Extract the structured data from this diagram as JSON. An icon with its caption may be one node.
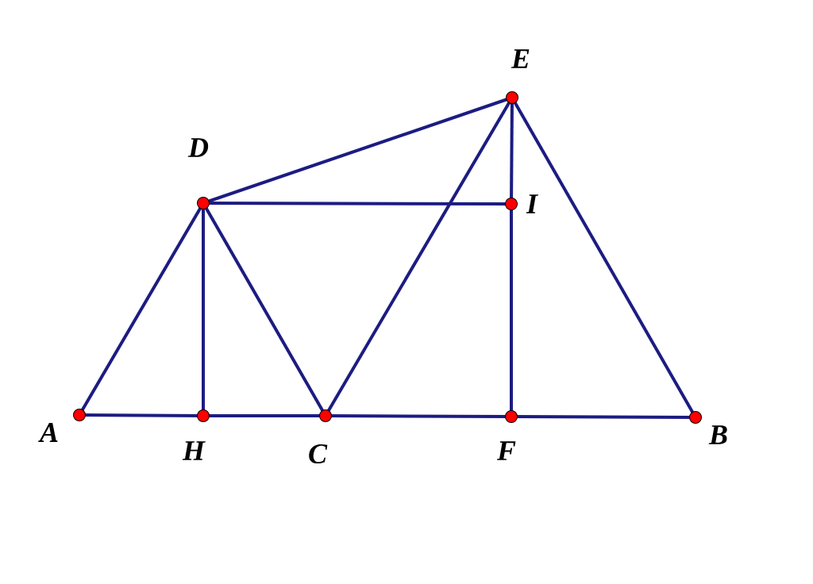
{
  "diagram": {
    "nodes": [
      {
        "text": [],
        "shape": "circle",
        "beside": [
          "A"
        ]
      },
      {
        "text": [],
        "shape": "circle",
        "beside": [
          "H"
        ]
      },
      {
        "text": [],
        "shape": "circle",
        "beside": [
          "C"
        ]
      },
      {
        "text": [],
        "shape": "circle",
        "beside": [
          "F"
        ]
      },
      {
        "text": [],
        "shape": "circle",
        "beside": [
          "B"
        ]
      },
      {
        "text": [],
        "shape": "circle",
        "beside": [
          "D"
        ]
      },
      {
        "text": [],
        "shape": "circle",
        "beside": [
          "I"
        ]
      },
      {
        "text": [],
        "shape": "circle",
        "beside": [
          "E"
        ]
      }
    ],
    "edges": [
      {
        "from": 0,
        "to": 1,
        "arrow": "none"
      },
      {
        "from": 1,
        "to": 2,
        "arrow": "none"
      },
      {
        "from": 2,
        "to": 3,
        "arrow": "none"
      },
      {
        "from": 3,
        "to": 4,
        "arrow": "none"
      },
      {
        "from": 0,
        "to": 5,
        "arrow": "none"
      },
      {
        "from": 5,
        "to": 1,
        "arrow": "none"
      },
      {
        "from": 5,
        "to": 2,
        "arrow": "none"
      },
      {
        "from": 5,
        "to": 7,
        "arrow": "none"
      },
      {
        "from": 5,
        "to": 6,
        "arrow": "none"
      },
      {
        "from": 2,
        "to": 7,
        "arrow": "none"
      },
      {
        "from": 7,
        "to": 6,
        "arrow": "none"
      },
      {
        "from": 6,
        "to": 3,
        "arrow": "none"
      },
      {
        "from": 7,
        "to": 4,
        "arrow": "none"
      }
    ]
  }
}
